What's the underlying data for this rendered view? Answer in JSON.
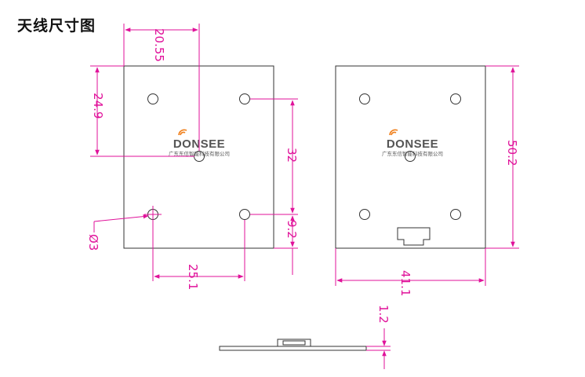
{
  "title": "天线尺寸图",
  "colors": {
    "dimension": "#e0129a",
    "outline": "#333333",
    "board": "#ffffff",
    "brand": "#555555",
    "brand_accent": "#f07f1b"
  },
  "brand": {
    "name": "DONSEE",
    "subtitle": "广东东信智能科技有限公司"
  },
  "dimensions": {
    "hole_offset_x": "20.55",
    "hole_offset_y": "24.9",
    "hole_pitch_y": "32",
    "hole_bottom_margin": "9.2",
    "hole_diameter": "Ø3",
    "hole_pitch_x": "25.1",
    "board_width": "41.1",
    "board_height": "50.2",
    "thickness": "1.2"
  },
  "views": {
    "front": "front-view",
    "back": "back-view",
    "side": "side-view"
  }
}
